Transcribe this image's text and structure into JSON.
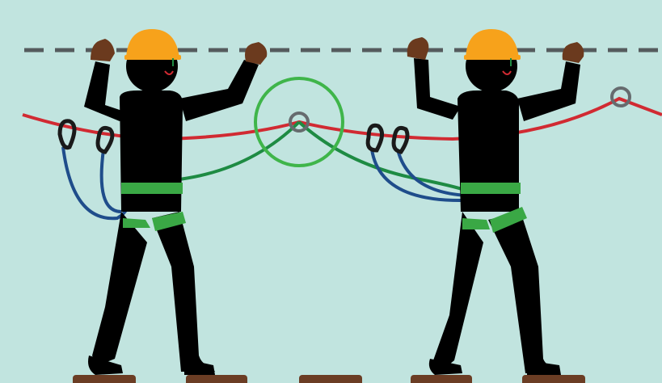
{
  "colors": {
    "background": "#c1e4df",
    "dashed_line": "#555b5d",
    "safety_rope": "#d12a32",
    "lanyard_blue": "#1f4d8b",
    "lanyard_green": "#1e8b43",
    "harness": "#3aa845",
    "helmet": "#f7a21b",
    "hands": "#6b3a1e",
    "plank": "#6b3d24",
    "ring": "#666b6e",
    "highlight_circle": "#3fb54a",
    "silhouette": "#000000"
  },
  "figures": [
    {
      "name": "climber-left"
    },
    {
      "name": "climber-right"
    }
  ],
  "highlight": {
    "target": "rope-ring-center"
  }
}
